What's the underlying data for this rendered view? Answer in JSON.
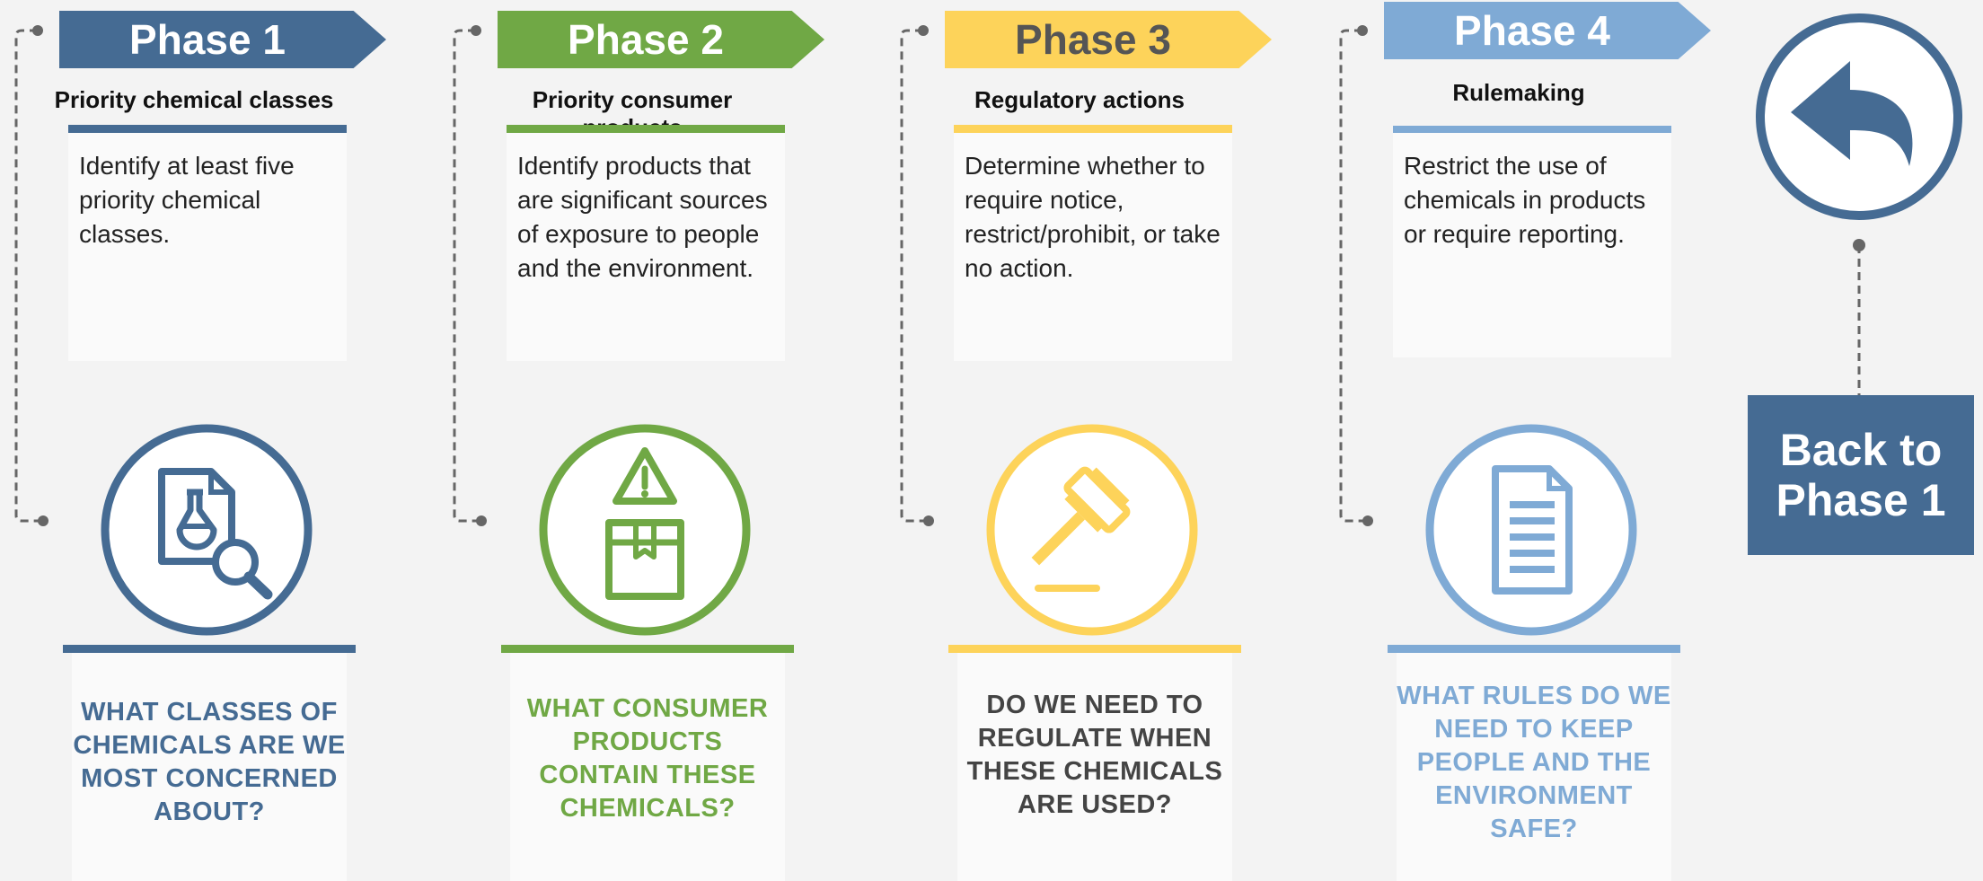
{
  "phases": [
    {
      "banner": "Phase 1",
      "subtitle": "Priority chemical classes",
      "description": "Identify at least five priority chemical classes.",
      "question": "WHAT CLASSES OF CHEMICALS ARE WE MOST CONCERNED ABOUT?",
      "icon": "chemical-document-magnifier-icon",
      "color": "#456b93",
      "text_color": "#456b93"
    },
    {
      "banner": "Phase 2",
      "subtitle": "Priority consumer products",
      "description": "Identify products that are significant sources of exposure to people and the environment.",
      "question": "WHAT CONSUMER PRODUCTS CONTAIN THESE CHEMICALS?",
      "icon": "warning-box-icon",
      "color": "#70a845",
      "text_color": "#70a845"
    },
    {
      "banner": "Phase 3",
      "subtitle": "Regulatory actions",
      "description": "Determine whether to require notice, restrict/prohibit, or take no action.",
      "question": "DO WE NEED TO REGULATE WHEN THESE CHEMICALS ARE USED?",
      "icon": "gavel-icon",
      "color": "#fdd35a",
      "text_color": "#444444",
      "banner_text_color": "#555555"
    },
    {
      "banner": "Phase 4",
      "subtitle": "Rulemaking",
      "description": "Restrict the use of chemicals in products or require reporting.",
      "question": "WHAT RULES DO WE NEED TO KEEP PEOPLE AND THE ENVIRONMENT SAFE?",
      "icon": "document-icon",
      "color": "#7faad5",
      "text_color": "#7faad5"
    }
  ],
  "back": {
    "line1": "Back to",
    "line2": "Phase 1",
    "icon": "back-arrow-icon",
    "color": "#456b93"
  },
  "connector_color": "#666666"
}
